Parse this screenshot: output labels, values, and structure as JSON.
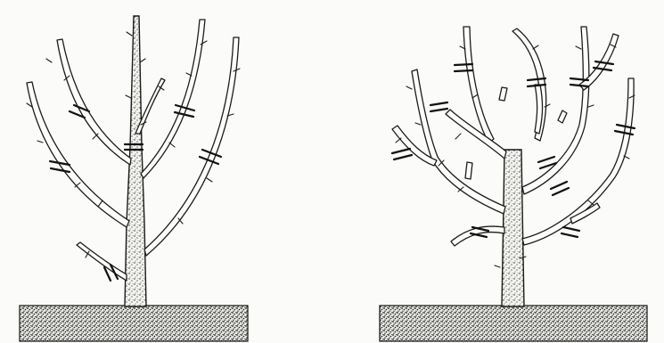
{
  "figure": {
    "panels": [
      {
        "id": "left",
        "description_key": "tree-before-pruning"
      },
      {
        "id": "right",
        "description_key": "tree-after-pruning"
      }
    ]
  },
  "colors": {
    "ink": "#1b1b1b",
    "paper": "#fbfbf9",
    "stipple": "#2a2a2a"
  }
}
